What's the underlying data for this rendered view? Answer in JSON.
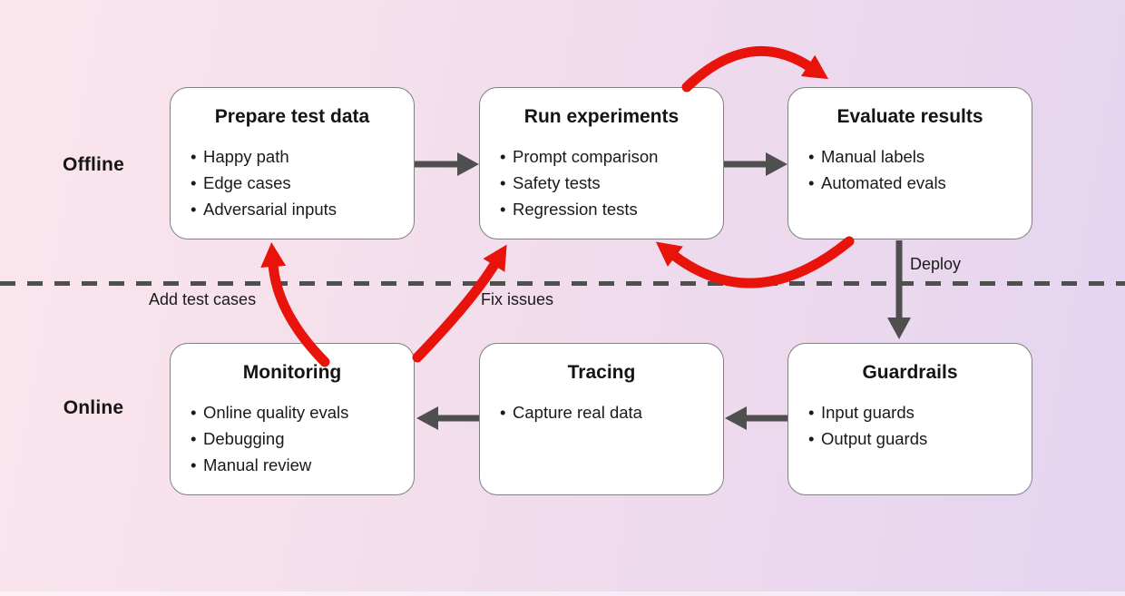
{
  "lanes": {
    "offline": "Offline",
    "online": "Online"
  },
  "boxes": [
    {
      "id": "prepare-test-data",
      "title": "Prepare test data",
      "bullets": [
        "Happy path",
        "Edge cases",
        "Adversarial inputs"
      ]
    },
    {
      "id": "run-experiments",
      "title": "Run experiments",
      "bullets": [
        "Prompt comparison",
        "Safety tests",
        "Regression tests"
      ]
    },
    {
      "id": "evaluate-results",
      "title": "Evaluate results",
      "bullets": [
        "Manual labels",
        "Automated evals"
      ]
    },
    {
      "id": "monitoring",
      "title": "Monitoring",
      "bullets": [
        "Online quality evals",
        "Debugging",
        "Manual review"
      ]
    },
    {
      "id": "tracing",
      "title": "Tracing",
      "bullets": [
        "Capture real data"
      ]
    },
    {
      "id": "guardrails",
      "title": "Guardrails",
      "bullets": [
        "Input guards",
        "Output guards"
      ]
    }
  ],
  "arrow_labels": {
    "deploy": "Deploy",
    "add_test_cases": "Add test cases",
    "fix_issues": "Fix issues"
  },
  "colors": {
    "accent_red": "#e8140c",
    "arrow_gray": "#4f4f4f",
    "bg_pink": "#fbe6ed",
    "bg_lavender": "#e4d4f0",
    "box_border": "#808080",
    "text": "#161616"
  }
}
